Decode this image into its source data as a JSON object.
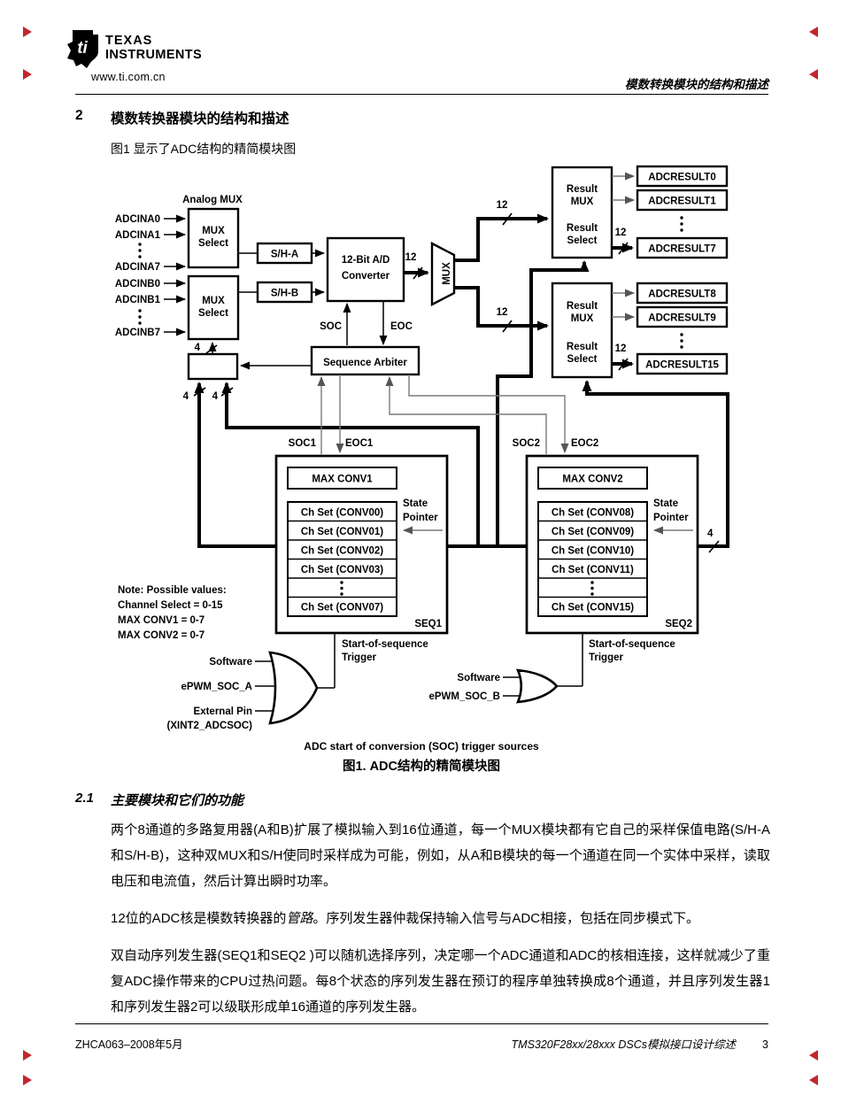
{
  "page": {
    "header": {
      "brand_line1": "TEXAS",
      "brand_line2": "INSTRUMENTS",
      "logo_monogram": "ti",
      "website": "www.ti.com.cn",
      "doc_title": "模数转换模块的结构和描述"
    },
    "section": {
      "number": "2",
      "title": "模数转换器模块的结构和描述",
      "intro": "图1 显示了ADC结构的精简模块图"
    },
    "figure": {
      "analog_mux": "Analog MUX",
      "inputs_a": [
        "ADCINA0",
        "ADCINA1",
        "ADCINA7"
      ],
      "inputs_b": [
        "ADCINB0",
        "ADCINB1",
        "ADCINB7"
      ],
      "mux_select": [
        "MUX",
        "Select"
      ],
      "sh_a": "S/H-A",
      "sh_b": "S/H-B",
      "converter": [
        "12-Bit A/D",
        "Converter"
      ],
      "mux": "MUX",
      "soc": "SOC",
      "eoc": "EOC",
      "arbiter": "Sequence Arbiter",
      "result": [
        "Result",
        "MUX",
        "Result",
        "Select"
      ],
      "results_top": [
        "ADCRESULT0",
        "ADCRESULT1",
        "ADCRESULT7"
      ],
      "results_bottom": [
        "ADCRESULT8",
        "ADCRESULT9",
        "ADCRESULT15"
      ],
      "bus_12": "12",
      "bus_4": "4",
      "soc1": "SOC1",
      "eoc1": "EOC1",
      "soc2": "SOC2",
      "eoc2": "EOC2",
      "max_conv1": "MAX CONV1",
      "max_conv2": "MAX CONV2",
      "seq1_rows": [
        "Ch Set (CONV00)",
        "Ch Set (CONV01)",
        "Ch Set (CONV02)",
        "Ch Set (CONV03)",
        "Ch Set (CONV07)"
      ],
      "seq2_rows": [
        "Ch Set (CONV08)",
        "Ch Set (CONV09)",
        "Ch Set (CONV10)",
        "Ch Set (CONV11)",
        "Ch Set (CONV15)"
      ],
      "state_pointer": [
        "State",
        "Pointer"
      ],
      "seq1": "SEQ1",
      "seq2": "SEQ2",
      "note": [
        "Note: Possible values:",
        "Channel Select = 0-15",
        "MAX CONV1 = 0-7",
        "MAX CONV2 = 0-7"
      ],
      "sos_trigger": [
        "Start-of-sequence",
        "Trigger"
      ],
      "trig1": [
        "Software",
        "ePWM_SOC_A",
        "External Pin",
        "(XINT2_ADCSOC)"
      ],
      "trig2": [
        "Software",
        "ePWM_SOC_B"
      ],
      "caption": "ADC start of conversion (SOC) trigger sources",
      "title": "图1. ADC结构的精简模块图"
    },
    "subsection": {
      "number": "2.1",
      "title": "主要模块和它们的功能",
      "p1": "两个8通道的多路复用器(A和B)扩展了模拟输入到16位通道，每一个MUX模块都有它自己的采样保值电路(S/H-A和S/H-B)，这种双MUX和S/H使同时采样成为可能，例如，从A和B模块的每一个通道在同一个实体中采样，读取电压和电流值，然后计算出瞬时功率。",
      "p2_a": "12位的ADC核是模数转换器的",
      "p2_em": "管路",
      "p2_b": "。序列发生器仲裁保持输入信号与ADC相接，包括在同步模式下。",
      "p3": "双自动序列发生器(SEQ1和SEQ2 )可以随机选择序列，决定哪一个ADC通道和ADC的核相连接，这样就减少了重复ADC操作带来的CPU过热问题。每8个状态的序列发生器在预订的程序单独转换成8个通道，并且序列发生器1和序列发生器2可以级联形成单16通道的序列发生器。"
    },
    "footer": {
      "doc_number": "ZHCA063–2008年5月",
      "doc_title": "TMS320F28xx/28xxx DSCs模拟接口设计综述",
      "page_number": "3"
    }
  }
}
